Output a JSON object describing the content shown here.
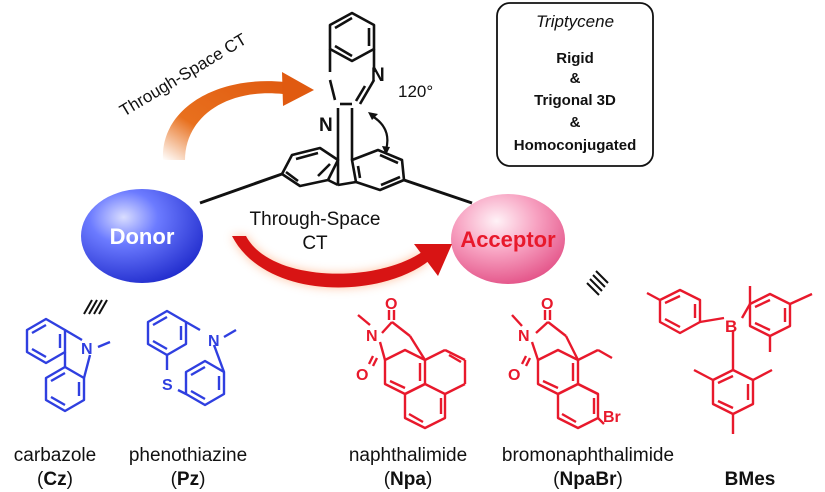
{
  "top_label": "Through-Space CT",
  "mid_label": {
    "line1": "Through-Space",
    "line2": "CT"
  },
  "angle_label": "120°",
  "info_box": {
    "title": "Triptycene",
    "lines": [
      "Rigid",
      "&",
      "Trigonal 3D",
      "&",
      "Homoconjugated"
    ]
  },
  "donor_label": "Donor",
  "acceptor_label": "Acceptor",
  "equiv_symbol_donor": "////",
  "equiv_symbol_acceptor": "\\\\\\\\",
  "atoms": {
    "n": "N",
    "s": "S",
    "o": "O",
    "b": "B",
    "br": "Br"
  },
  "molecules": [
    {
      "name": "carbazole",
      "abbr": "Cz"
    },
    {
      "name": "phenothiazine",
      "abbr": "Pz"
    },
    {
      "name": "naphthalimide",
      "abbr": "Npa"
    },
    {
      "name": "bromonaphthalimide",
      "abbr": "NpaBr"
    },
    {
      "name": "",
      "abbr": "BMes"
    }
  ],
  "colors": {
    "donor": "#2f3fe0",
    "acceptor": "#e8192c",
    "arrow_orange": "#e8701e",
    "arrow_red": "#d81414"
  }
}
